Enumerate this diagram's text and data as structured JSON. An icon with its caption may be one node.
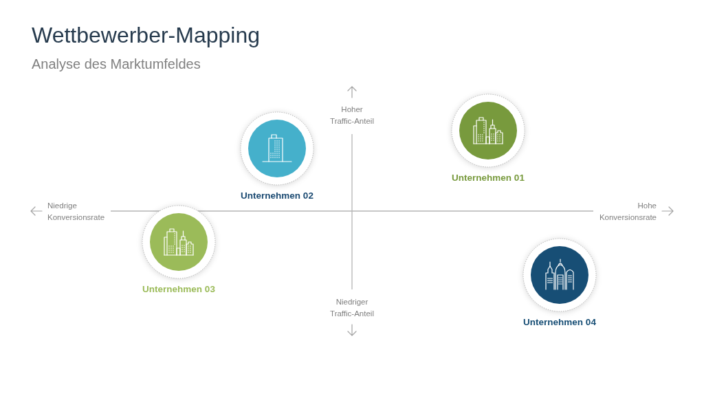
{
  "diagram": {
    "title": "Wettbewerber-Mapping",
    "nodes": [
      {
        "text": [
          "Unternehmen 01"
        ]
      },
      {
        "text": [
          "Unternehmen 02"
        ]
      },
      {
        "text": [
          "Unternehmen 03"
        ]
      },
      {
        "text": [
          "Unternehmen 04"
        ]
      }
    ],
    "labels": [
      "Analyse des Marktumfeldes",
      "Hoher Traffic-Anteil",
      "Niedrige Konversionsrate",
      "Hohe Konversionsrate",
      "Niedriger Traffic-Anteil"
    ]
  }
}
